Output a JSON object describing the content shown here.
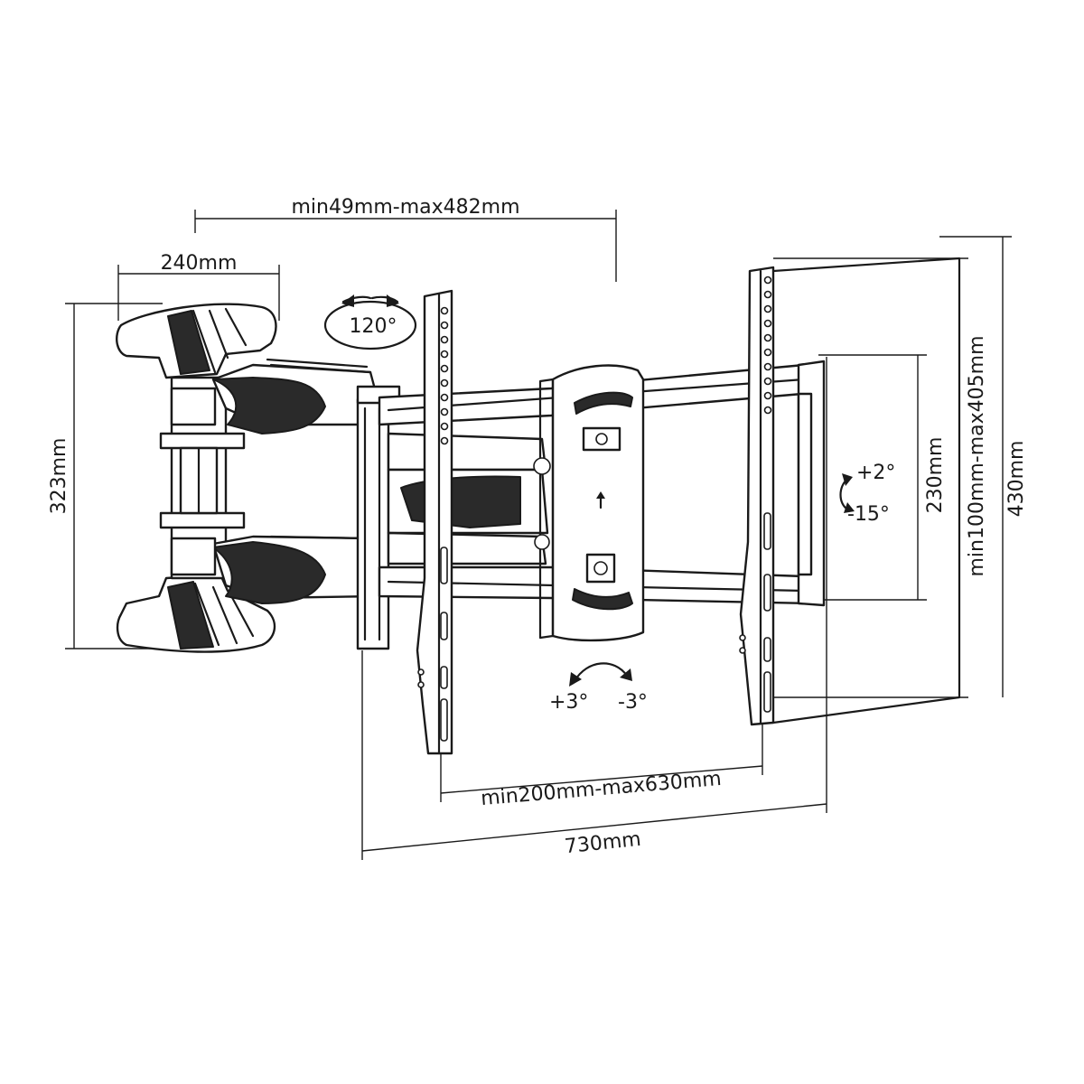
{
  "dimensions": {
    "arm_extension": "min49mm-max482mm",
    "wall_plate_width": "240mm",
    "wall_plate_height": "323mm",
    "swivel_angle": "120°",
    "tilt_up": "+2°",
    "tilt_down": "-15°",
    "roll_plus": "+3°",
    "roll_minus": "-3°",
    "rail_spacing": "230mm",
    "vesa_vertical": "min100mm-max405mm",
    "overall_height": "430mm",
    "vesa_horizontal": "min200mm-max630mm",
    "overall_width": "730mm"
  },
  "colors": {
    "line": "#1a1a1a",
    "background": "#ffffff"
  }
}
